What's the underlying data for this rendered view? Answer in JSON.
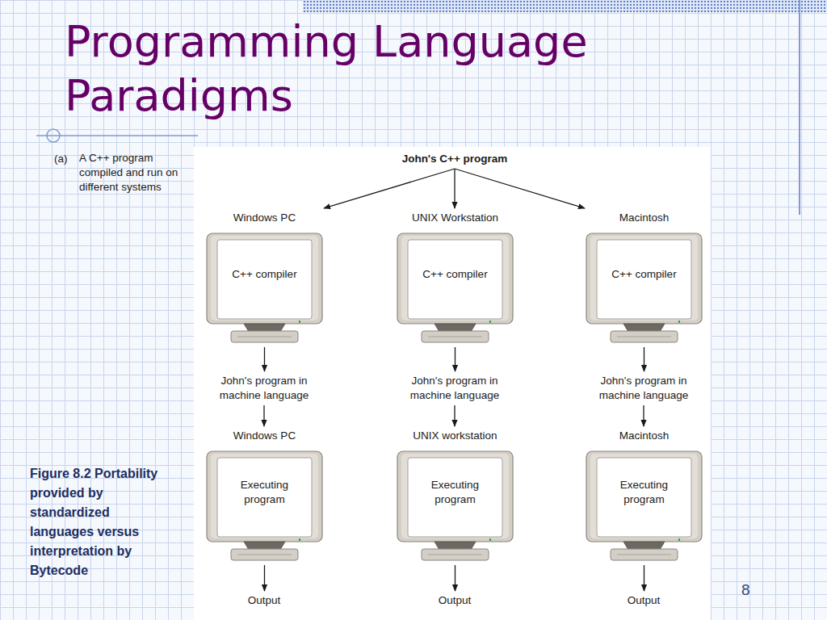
{
  "diagram": {
    "title": "Programming Language Paradigms",
    "caption": "Figure 8.2 Portability provided by standardized languages versus interpretation by Bytecode",
    "nodes": [
      {
        "text": [
          "John's C++ program"
        ]
      },
      {
        "text": [
          "Windows PC",
          "C++ compiler"
        ]
      },
      {
        "text": [
          "UNIX Workstation",
          "C++ compiler"
        ]
      },
      {
        "text": [
          "Macintosh",
          "C++ compiler"
        ]
      },
      {
        "text": [
          "John's program in machine language"
        ]
      },
      {
        "text": [
          "John's program in machine language"
        ]
      },
      {
        "text": [
          "John's program in machine language"
        ]
      },
      {
        "text": [
          "Windows PC",
          "Executing program"
        ]
      },
      {
        "text": [
          "UNIX workstation",
          "Executing program"
        ]
      },
      {
        "text": [
          "Macintosh",
          "Executing program"
        ]
      },
      {
        "text": [
          "Output"
        ]
      },
      {
        "text": [
          "Output"
        ]
      },
      {
        "text": [
          "Output"
        ]
      }
    ],
    "edges": [
      {
        "from": 0,
        "to": 1,
        "arrow": "to"
      },
      {
        "from": 0,
        "to": 2,
        "arrow": "to"
      },
      {
        "from": 0,
        "to": 3,
        "arrow": "to"
      },
      {
        "from": 1,
        "to": 4,
        "arrow": "to"
      },
      {
        "from": 2,
        "to": 5,
        "arrow": "to"
      },
      {
        "from": 3,
        "to": 6,
        "arrow": "to"
      },
      {
        "from": 4,
        "to": 7,
        "arrow": "to"
      },
      {
        "from": 5,
        "to": 8,
        "arrow": "to"
      },
      {
        "from": 6,
        "to": 9,
        "arrow": "to"
      },
      {
        "from": 7,
        "to": 10,
        "arrow": "to"
      },
      {
        "from": 8,
        "to": 11,
        "arrow": "to"
      },
      {
        "from": 9,
        "to": 12,
        "arrow": "to"
      }
    ],
    "labels": [
      "(a)",
      "A C++ program compiled and run on different systems",
      "8"
    ]
  }
}
